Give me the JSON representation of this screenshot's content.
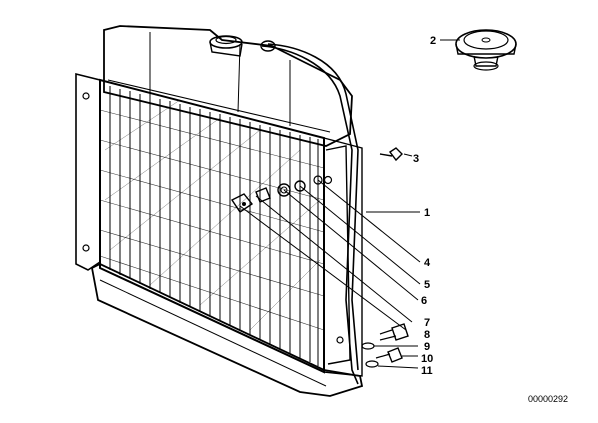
{
  "callouts": [
    "1",
    "2",
    "3",
    "4",
    "5",
    "6",
    "7",
    "8",
    "9",
    "10",
    "11"
  ],
  "reference_code": "00000292"
}
